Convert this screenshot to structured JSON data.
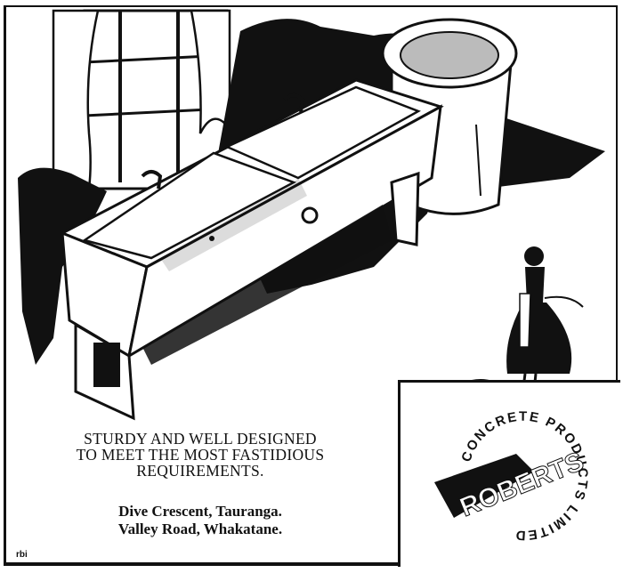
{
  "caption": {
    "line1": "STURDY AND WELL DESIGNED",
    "line2": "TO MEET THE MOST FASTIDIOUS",
    "line3": "REQUIREMENTS."
  },
  "addresses": [
    "Dive Crescent, Tauranga.",
    "Valley Road, Whakatane."
  ],
  "logo": {
    "brand": "ROBERTS",
    "ring_text": "CONCRETE PRODUCTS LIMITED"
  },
  "artist_mark": "rbi",
  "colors": {
    "ink": "#111111",
    "paper": "#ffffff"
  }
}
